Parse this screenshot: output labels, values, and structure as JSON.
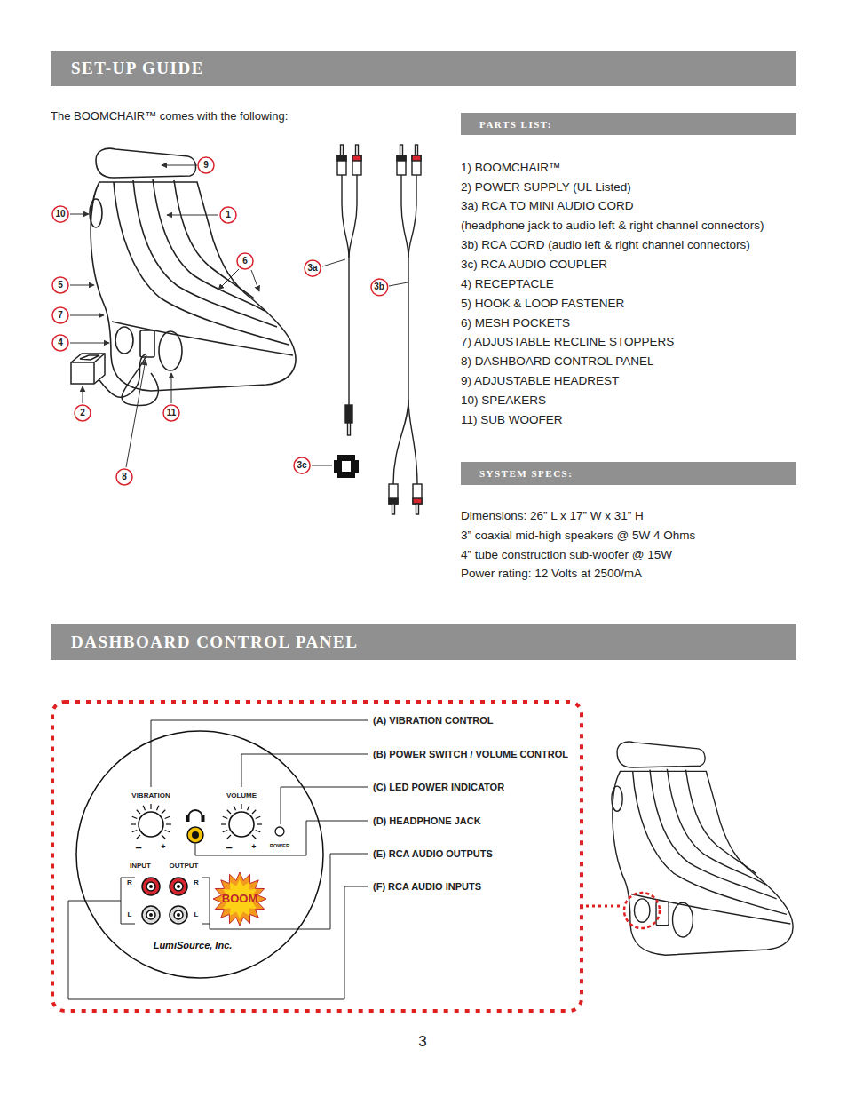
{
  "diagram": {
    "nodes": [
      {
        "text": [
          "SET-UP GUIDE"
        ]
      },
      {
        "text": [
          "PARTS LIST:"
        ]
      },
      {
        "text": [
          "9"
        ]
      },
      {
        "text": [
          "10"
        ]
      },
      {
        "text": [
          "1"
        ]
      },
      {
        "text": [
          "6"
        ]
      },
      {
        "text": [
          "5"
        ]
      },
      {
        "text": [
          "7"
        ]
      },
      {
        "text": [
          "4"
        ]
      },
      {
        "text": [
          "2"
        ]
      },
      {
        "text": [
          "11"
        ]
      },
      {
        "text": [
          "8"
        ]
      },
      {
        "text": [
          "3a"
        ]
      },
      {
        "text": [
          "3b"
        ]
      },
      {
        "text": [
          "3c"
        ]
      },
      {
        "text": [
          "SYSTEM SPECS:"
        ]
      },
      {
        "text": [
          "DASHBOARD CONTROL PANEL"
        ]
      },
      {
        "text": [
          "(A) VIBRATION CONTROL",
          "(B) POWER SWITCH / VOLUME CONTROL",
          "(C) LED POWER INDICATOR",
          "(D) HEADPHONE JACK",
          "(E) RCA AUDIO OUTPUTS",
          "(F) RCA AUDIO INPUTS"
        ]
      },
      {
        "text": [
          "VIBRATION",
          "–",
          "+",
          "VOLUME",
          "–",
          "+",
          "POWER",
          "INPUT",
          "OUTPUT",
          "R",
          "R",
          "L",
          "L",
          "BOOM",
          "LumiSource, Inc."
        ],
        "in": 17
      }
    ],
    "labels": [
      "The BOOMCHAIR™ comes with the following:",
      "1) BOOMCHAIR™",
      "2) POWER SUPPLY (UL Listed)",
      "3a) RCA TO MINI AUDIO CORD",
      "(headphone jack to audio left & right channel connectors)",
      "3b) RCA CORD (audio left & right channel connectors)",
      "3c) RCA AUDIO COUPLER",
      "4) RECEPTACLE",
      "5) HOOK & LOOP FASTENER",
      "6) MESH POCKETS",
      "7) ADJUSTABLE RECLINE STOPPERS",
      "8) DASHBOARD CONTROL PANEL",
      "9) ADJUSTABLE HEADREST",
      "10) SPEAKERS",
      "11) SUB WOOFER",
      "Dimensions: 26” L x 17” W x 31” H",
      "3” coaxial mid-high speakers @ 5W 4 Ohms",
      "4” tube construction sub-woofer @ 15W",
      "Power rating: 12 Volts at 2500/mA",
      "3"
    ]
  }
}
